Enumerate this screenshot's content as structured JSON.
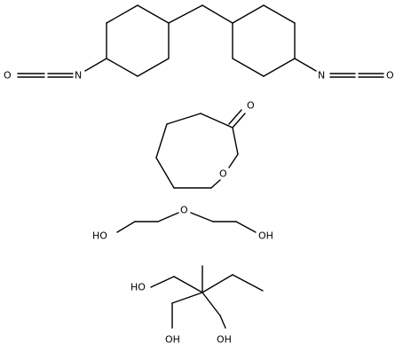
{
  "labels": {
    "isocyanate_left_o": "O",
    "isocyanate_left_n": "N",
    "isocyanate_right_n": "N",
    "isocyanate_right_o": "O",
    "caprolactone_carbonyl_o": "O",
    "caprolactone_ring_o": "O",
    "deg_ho_left": "HO",
    "deg_ether_o": "O",
    "deg_oh_right": "OH",
    "tmp_ho_top": "HO",
    "tmp_oh_bottom_left": "OH",
    "tmp_oh_bottom_right": "OH"
  }
}
